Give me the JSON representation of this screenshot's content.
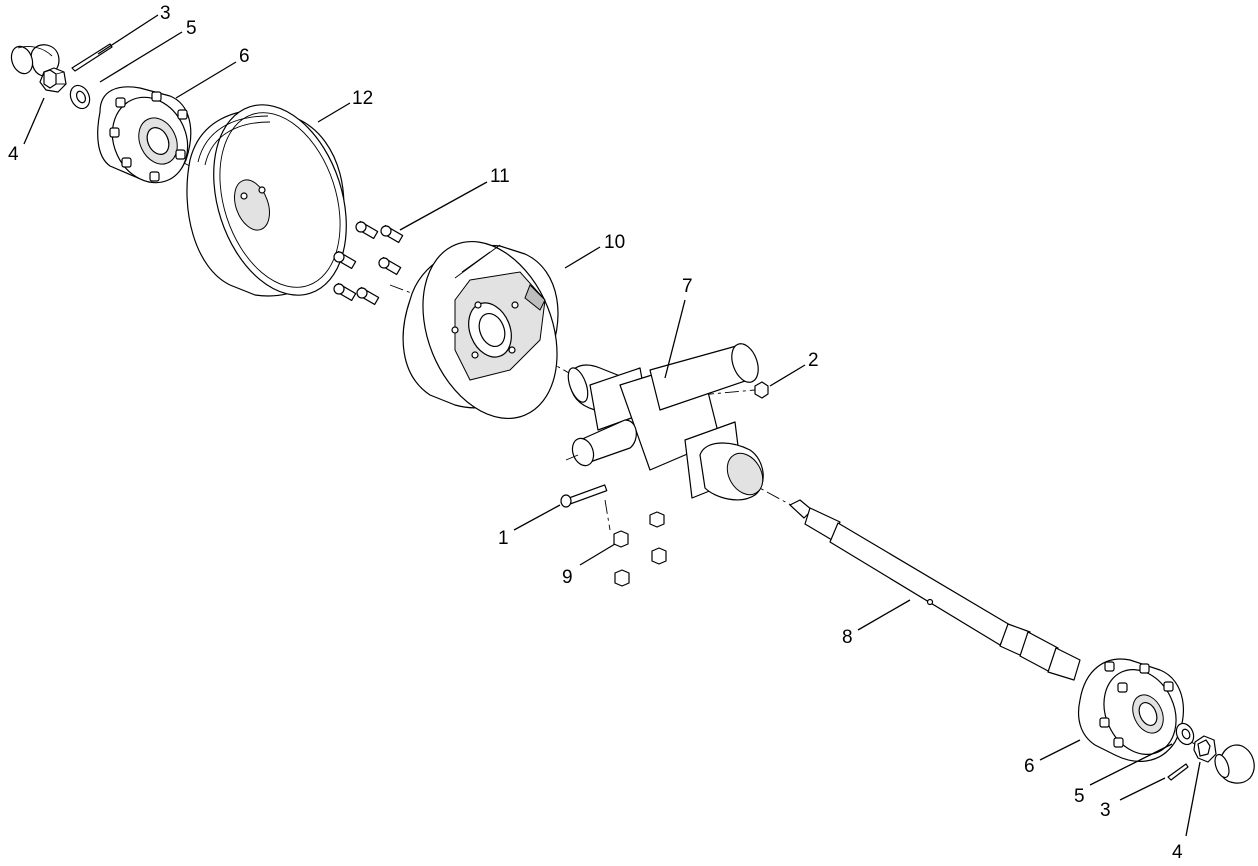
{
  "callouts": [
    {
      "id": "c-3-top",
      "label": "3"
    },
    {
      "id": "c-5-top",
      "label": "5"
    },
    {
      "id": "c-6-top",
      "label": "6"
    },
    {
      "id": "c-4-top",
      "label": "4"
    },
    {
      "id": "c-12",
      "label": "12"
    },
    {
      "id": "c-11",
      "label": "11"
    },
    {
      "id": "c-10",
      "label": "10"
    },
    {
      "id": "c-7",
      "label": "7"
    },
    {
      "id": "c-2",
      "label": "2"
    },
    {
      "id": "c-1",
      "label": "1"
    },
    {
      "id": "c-9",
      "label": "9"
    },
    {
      "id": "c-8",
      "label": "8"
    },
    {
      "id": "c-6-bottom",
      "label": "6"
    },
    {
      "id": "c-5-bottom",
      "label": "5"
    },
    {
      "id": "c-3-bottom",
      "label": "3"
    },
    {
      "id": "c-4-bottom",
      "label": "4"
    }
  ]
}
